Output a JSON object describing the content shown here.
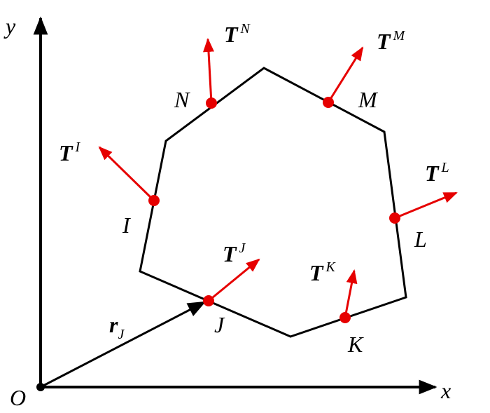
{
  "labels": {
    "axis_y": "y",
    "axis_x": "x",
    "origin": "O",
    "position_vector": {
      "main": "r",
      "sub": "J"
    }
  },
  "points": [
    {
      "id": "I",
      "label": "I",
      "traction": {
        "main": "T",
        "sup": "I"
      }
    },
    {
      "id": "J",
      "label": "J",
      "traction": {
        "main": "T",
        "sup": "J"
      }
    },
    {
      "id": "K",
      "label": "K",
      "traction": {
        "main": "T",
        "sup": "K"
      }
    },
    {
      "id": "L",
      "label": "L",
      "traction": {
        "main": "T",
        "sup": "L"
      }
    },
    {
      "id": "M",
      "label": "M",
      "traction": {
        "main": "T",
        "sup": "M"
      }
    },
    {
      "id": "N",
      "label": "N",
      "traction": {
        "main": "T",
        "sup": "N"
      }
    }
  ],
  "colors": {
    "outline": "#000000",
    "traction_vector": "#e60000",
    "point": "#e60000"
  }
}
